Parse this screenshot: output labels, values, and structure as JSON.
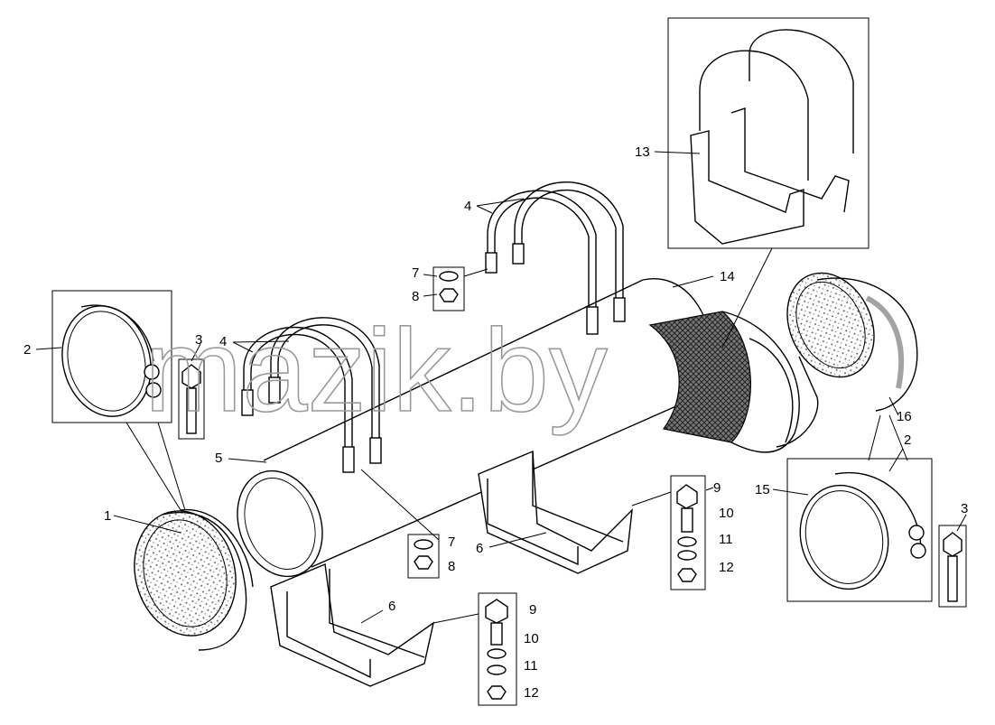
{
  "watermark": "mazik.by",
  "callouts": [
    "1",
    "2",
    "3",
    "4",
    "5",
    "6",
    "7",
    "8",
    "9",
    "10",
    "11",
    "12",
    "13",
    "14",
    "15",
    "16"
  ],
  "colors": {
    "line": "#000000",
    "watermark": "#9a9a9a",
    "mesh": "#555555"
  }
}
